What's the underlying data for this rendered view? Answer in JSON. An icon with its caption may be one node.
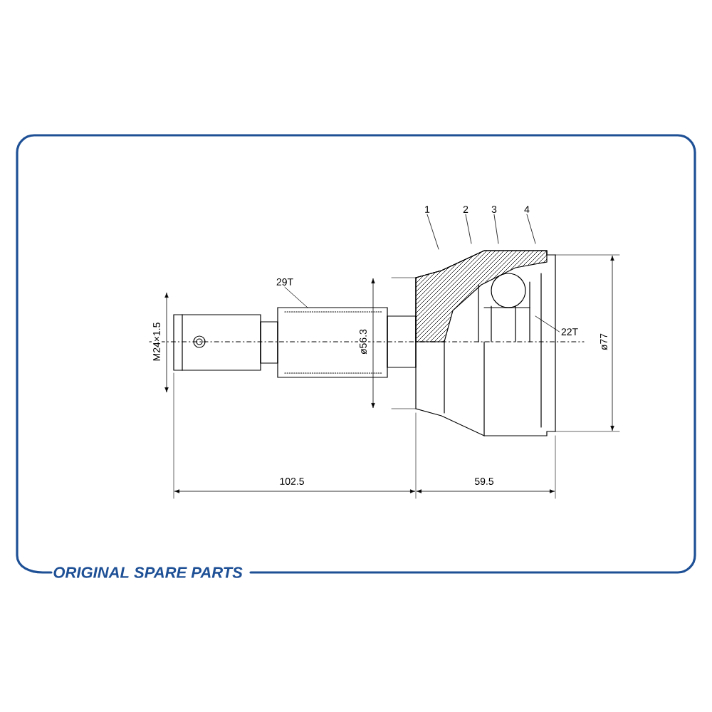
{
  "diagram": {
    "nodes": [
      {
        "text": [
          "1"
        ]
      },
      {
        "text": [
          "2"
        ]
      },
      {
        "text": [
          "3"
        ]
      },
      {
        "text": [
          "4"
        ]
      },
      {
        "text": [
          "29T"
        ]
      },
      {
        "text": [
          "22T"
        ]
      }
    ],
    "edges": [
      {
        "from": 0,
        "to": null,
        "arrow": "none"
      },
      {
        "from": 1,
        "to": null,
        "arrow": "none"
      },
      {
        "from": 2,
        "to": null,
        "arrow": "none"
      },
      {
        "from": 3,
        "to": null,
        "arrow": "none"
      },
      {
        "from": 4,
        "to": null,
        "arrow": "none"
      },
      {
        "from": 5,
        "to": null,
        "arrow": "none"
      }
    ],
    "labels": [
      "M24×1.5",
      "ø56.3",
      "ø77",
      "102.5",
      "59.5",
      "ORIGINAL SPARE PARTS"
    ]
  }
}
